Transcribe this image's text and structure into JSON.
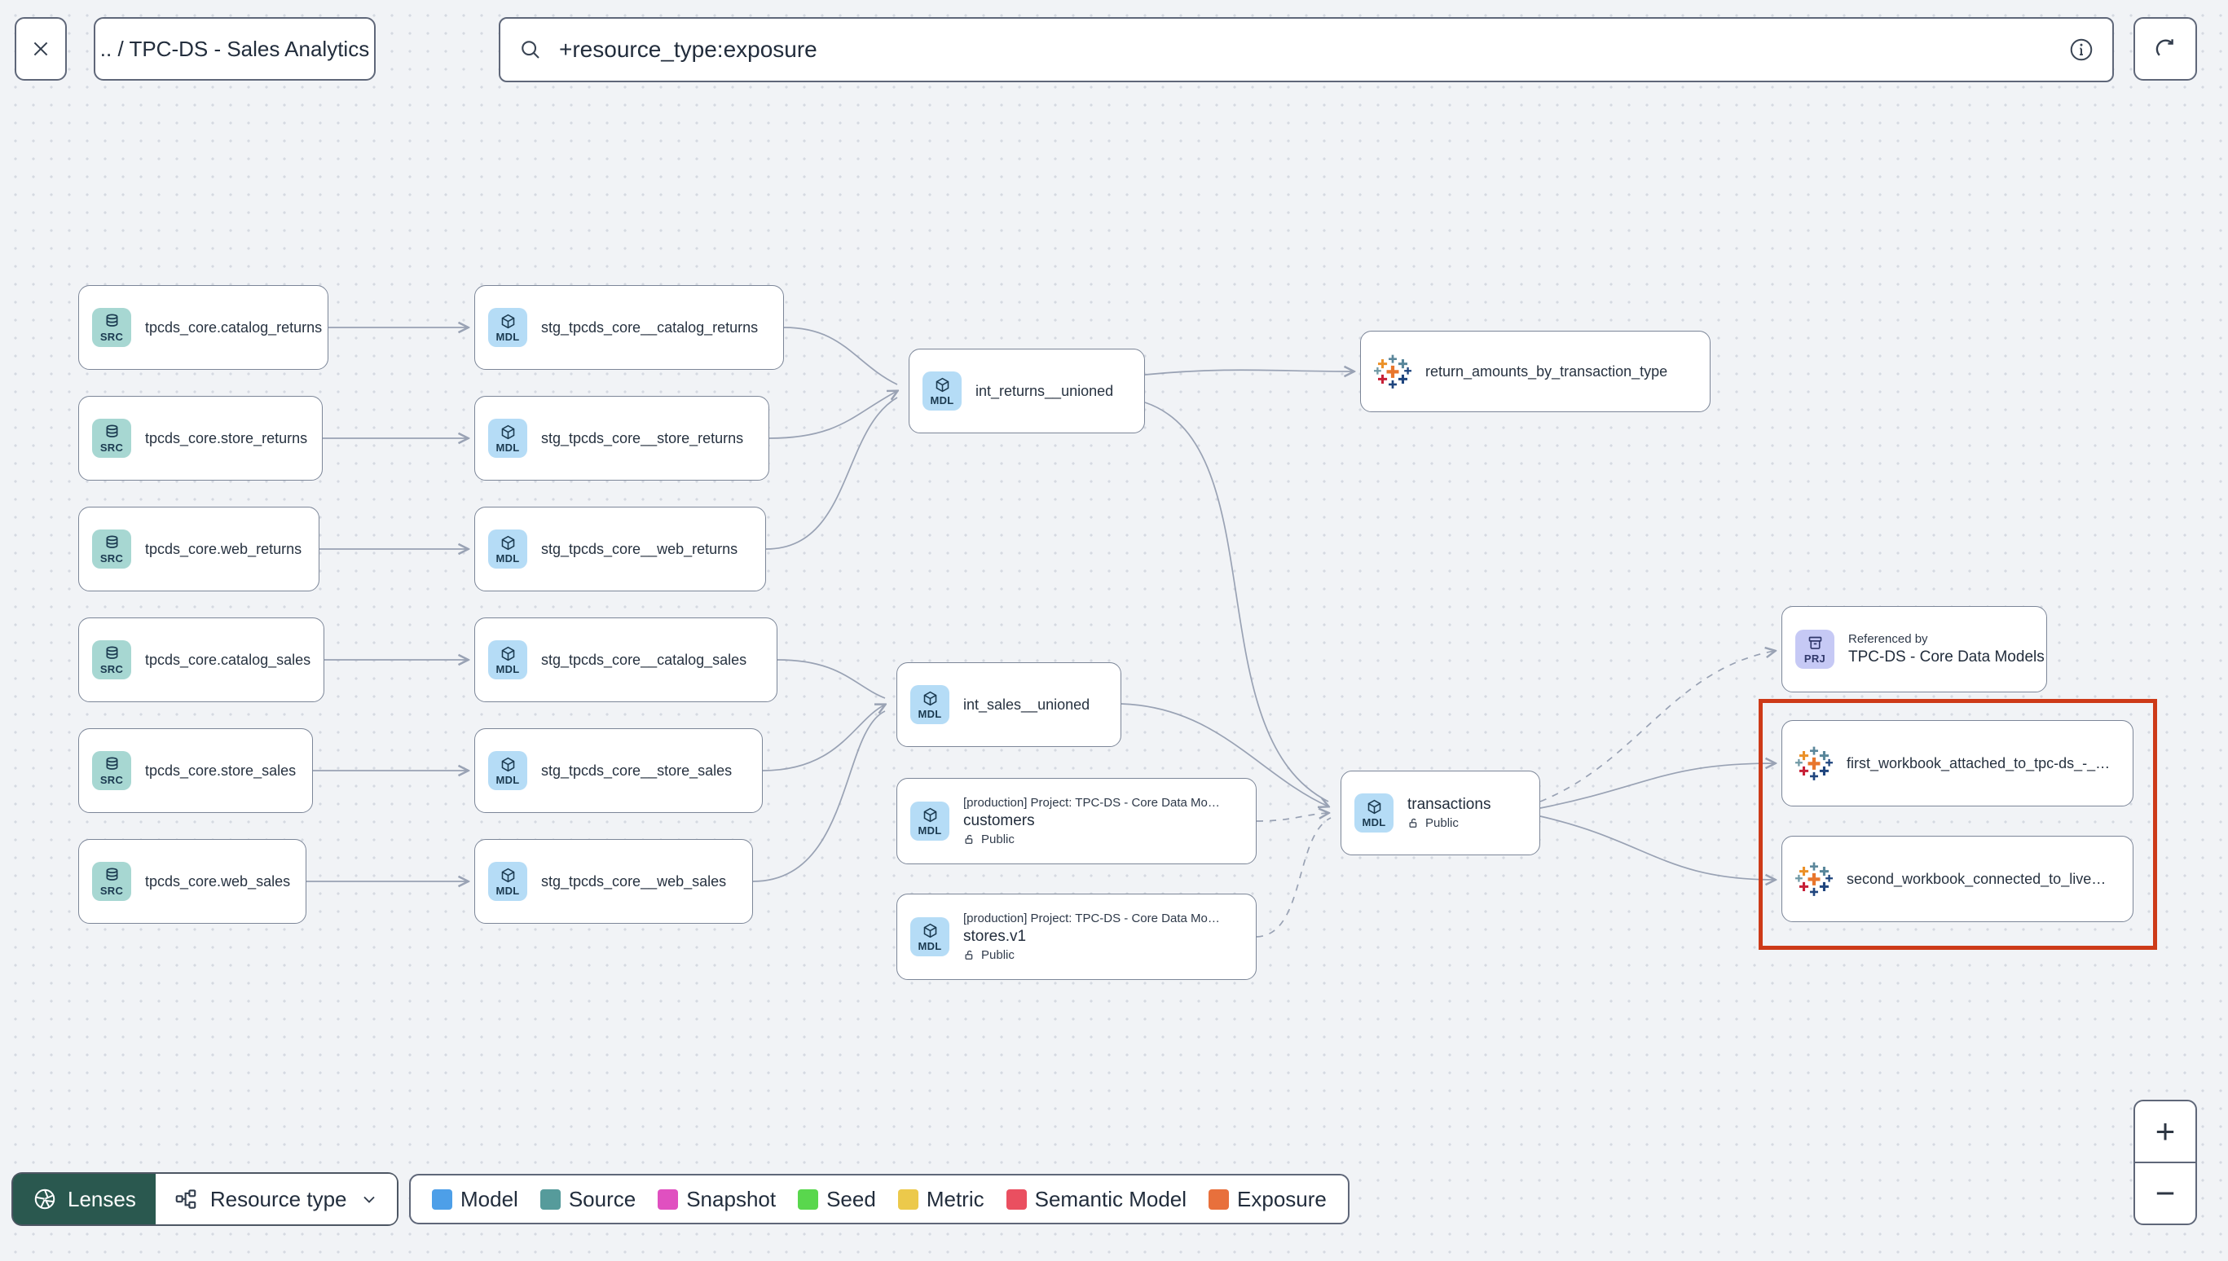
{
  "toolbar": {
    "breadcrumb": ".. / TPC-DS - Sales Analytics",
    "search": {
      "value": "+resource_type:exposure"
    }
  },
  "badges": {
    "source": "SRC",
    "model": "MDL",
    "project": "PRJ"
  },
  "nodes": {
    "sources": [
      "tpcds_core.catalog_returns",
      "tpcds_core.store_returns",
      "tpcds_core.web_returns",
      "tpcds_core.catalog_sales",
      "tpcds_core.store_sales",
      "tpcds_core.web_sales"
    ],
    "staging": [
      "stg_tpcds_core__catalog_returns",
      "stg_tpcds_core__store_returns",
      "stg_tpcds_core__web_returns",
      "stg_tpcds_core__catalog_sales",
      "stg_tpcds_core__store_sales",
      "stg_tpcds_core__web_sales"
    ],
    "int_returns": "int_returns__unioned",
    "int_sales": "int_sales__unioned",
    "exposure_returns": "return_amounts_by_transaction_type",
    "customers": {
      "context": "[production] Project: TPC-DS - Core Data Mo…",
      "title": "customers",
      "visibility": "Public"
    },
    "stores": {
      "context": "[production] Project: TPC-DS - Core Data Mo…",
      "title": "stores.v1",
      "visibility": "Public"
    },
    "transactions": {
      "title": "transactions",
      "visibility": "Public"
    },
    "referenced_by": {
      "kicker": "Referenced by",
      "title": "TPC-DS - Core Data Models"
    },
    "workbook_first": "first_workbook_attached_to_tpc-ds_-_…",
    "workbook_second": "second_workbook_connected_to_live…"
  },
  "legend": {
    "items": [
      {
        "label": "Model",
        "color": "#4d9fe8"
      },
      {
        "label": "Source",
        "color": "#569b9b"
      },
      {
        "label": "Snapshot",
        "color": "#e050c0"
      },
      {
        "label": "Seed",
        "color": "#59d74d"
      },
      {
        "label": "Metric",
        "color": "#ecc94b"
      },
      {
        "label": "Semantic Model",
        "color": "#ea4f60"
      },
      {
        "label": "Exposure",
        "color": "#e8703c"
      }
    ]
  },
  "controls": {
    "lenses_label": "Lenses",
    "resource_type_label": "Resource type",
    "zoom_in": "+",
    "zoom_out": "−"
  },
  "colors": {
    "highlight": "#cd3a18",
    "edge": "#99a2b4",
    "source_badge_bg": "#a7d7d2",
    "model_badge_bg": "#b5dcf6",
    "project_badge_bg": "#c6c9f5",
    "lenses_bg": "#2a584f"
  }
}
